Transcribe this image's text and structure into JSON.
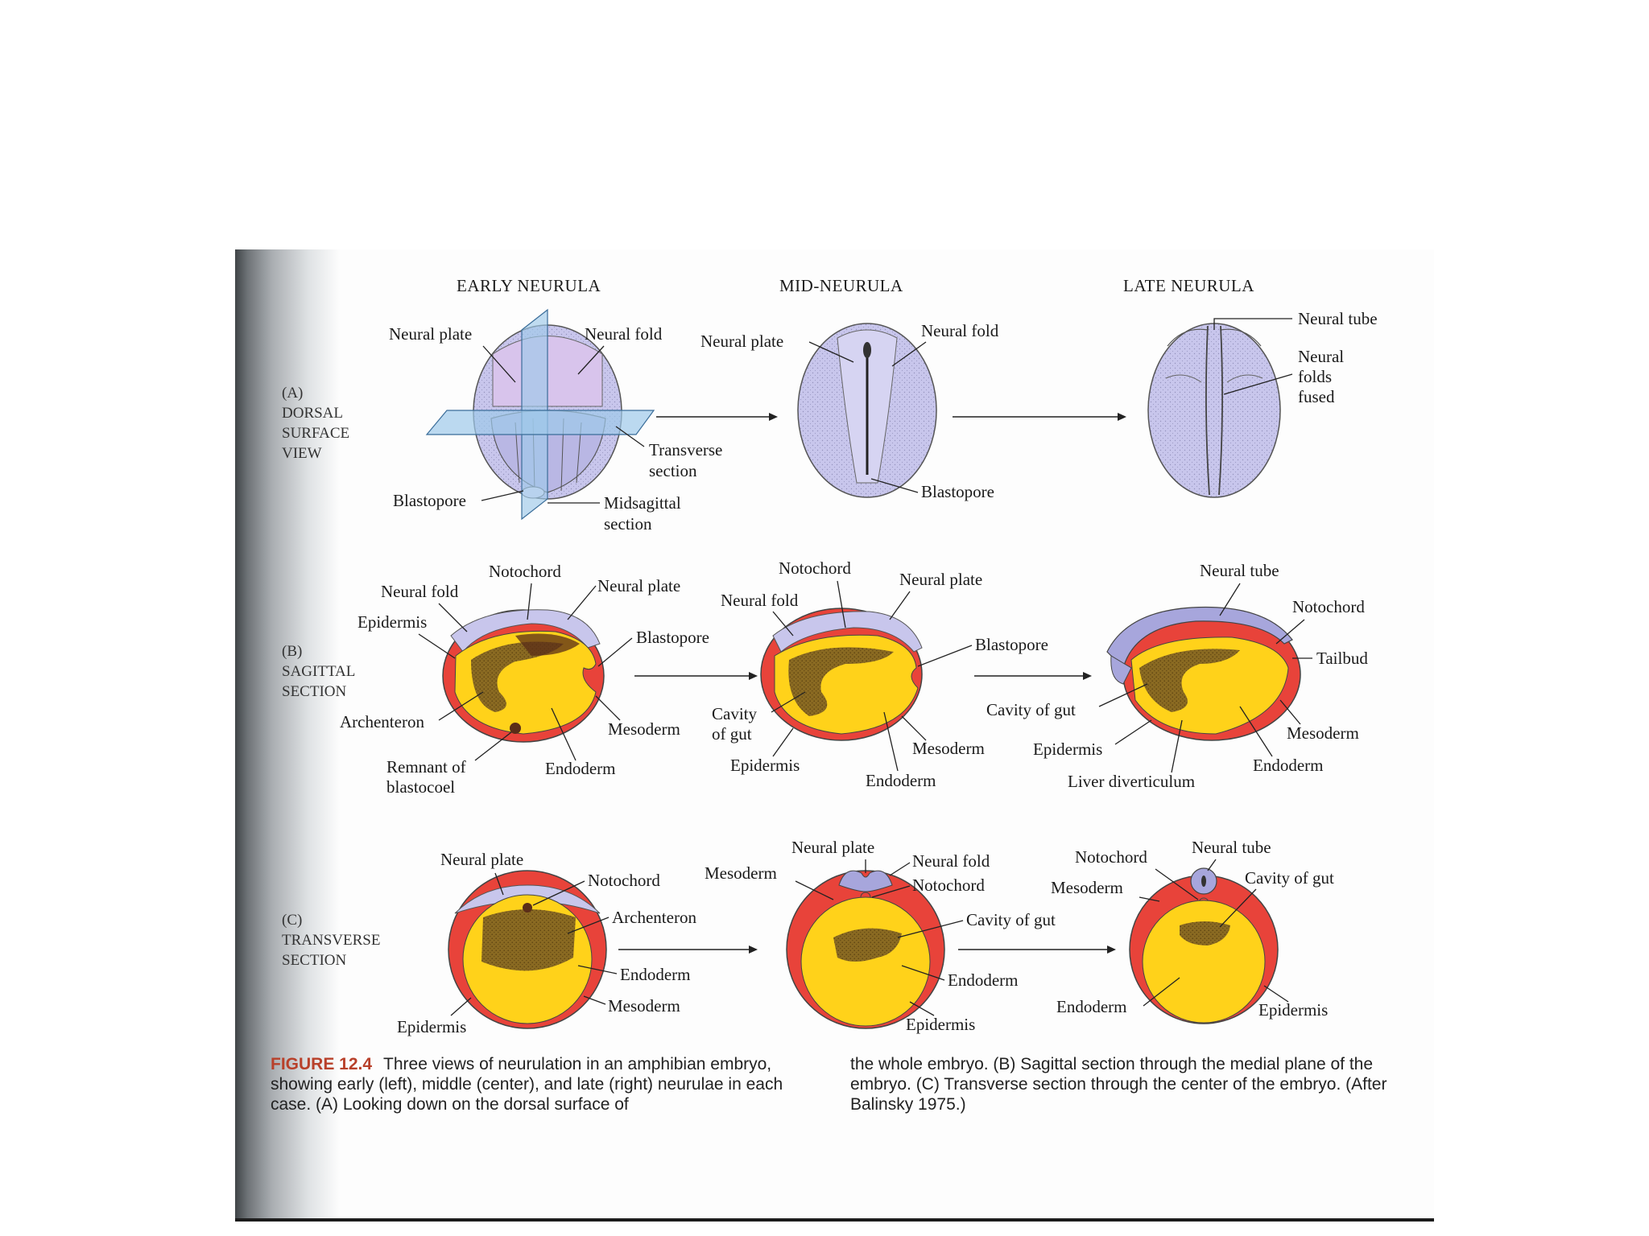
{
  "headers": {
    "early": "EARLY NEURULA",
    "mid": "MID-NEURULA",
    "late": "LATE NEURULA"
  },
  "rows": {
    "a": [
      "(A)",
      "DORSAL",
      "SURFACE",
      "VIEW"
    ],
    "b": [
      "(B)",
      "SAGITTAL",
      "SECTION"
    ],
    "c": [
      "(C)",
      "TRANSVERSE",
      "SECTION"
    ]
  },
  "labels": {
    "a_early_neural_plate": "Neural plate",
    "a_early_neural_fold": "Neural fold",
    "a_transverse_1": "Transverse",
    "a_transverse_2": "section",
    "a_blastopore": "Blastopore",
    "a_midsagittal_1": "Midsagittal",
    "a_midsagittal_2": "section",
    "a_mid_neural_plate": "Neural plate",
    "a_mid_neural_fold": "Neural fold",
    "a_mid_blastopore": "Blastopore",
    "a_late_neural_tube": "Neural tube",
    "a_late_fused_1": "Neural",
    "a_late_fused_2": "folds",
    "a_late_fused_3": "fused",
    "b_early_notochord": "Notochord",
    "b_early_neural_fold": "Neural fold",
    "b_early_neural_plate": "Neural plate",
    "b_early_epidermis": "Epidermis",
    "b_early_blastopore": "Blastopore",
    "b_early_archenteron": "Archenteron",
    "b_early_mesoderm": "Mesoderm",
    "b_early_remnant_1": "Remnant of",
    "b_early_remnant_2": "blastocoel",
    "b_early_endoderm": "Endoderm",
    "b_mid_notochord": "Notochord",
    "b_mid_neural_plate": "Neural plate",
    "b_mid_neural_fold": "Neural fold",
    "b_mid_blastopore": "Blastopore",
    "b_mid_cavity_1": "Cavity",
    "b_mid_cavity_2": "of gut",
    "b_mid_mesoderm": "Mesoderm",
    "b_mid_epidermis": "Epidermis",
    "b_mid_endoderm": "Endoderm",
    "b_late_neural_tube": "Neural tube",
    "b_late_notochord": "Notochord",
    "b_late_tailbud": "Tailbud",
    "b_late_cavity": "Cavity of gut",
    "b_late_mesoderm": "Mesoderm",
    "b_late_epidermis": "Epidermis",
    "b_late_endoderm": "Endoderm",
    "b_late_liver": "Liver diverticulum",
    "c_early_neural_plate": "Neural plate",
    "c_early_notochord": "Notochord",
    "c_early_archenteron": "Archenteron",
    "c_early_endoderm": "Endoderm",
    "c_early_mesoderm": "Mesoderm",
    "c_early_epidermis": "Epidermis",
    "c_mid_neural_plate": "Neural plate",
    "c_mid_mesoderm": "Mesoderm",
    "c_mid_neural_fold": "Neural fold",
    "c_mid_notochord": "Notochord",
    "c_mid_cavity": "Cavity of gut",
    "c_mid_endoderm": "Endoderm",
    "c_mid_epidermis": "Epidermis",
    "c_late_notochord": "Notochord",
    "c_late_neural_tube": "Neural tube",
    "c_late_mesoderm": "Mesoderm",
    "c_late_cavity": "Cavity of gut",
    "c_late_endoderm": "Endoderm",
    "c_late_epidermis": "Epidermis"
  },
  "caption": {
    "figure_number": "FIGURE 12.4",
    "left_text": "Three views of neurulation in an amphibian embryo, showing early (left), middle (center), and late (right) neurulae in each case. (A) Looking down on the dorsal surface of",
    "right_text": "the whole embryo. (B) Sagittal section through the medial plane of the embryo. (C) Transverse section through the center of the embryo. (After Balinsky 1975.)"
  },
  "colors": {
    "ectoderm_lavender": "#c8c6ec",
    "neural_purple": "#a7a6dc",
    "mesoderm_red": "#e8433a",
    "endoderm_yellow": "#ffd21a",
    "archenteron_brown": "#8a6a22",
    "section_plane_blue": "#9ec9ea",
    "caption_red": "#b8402a"
  }
}
